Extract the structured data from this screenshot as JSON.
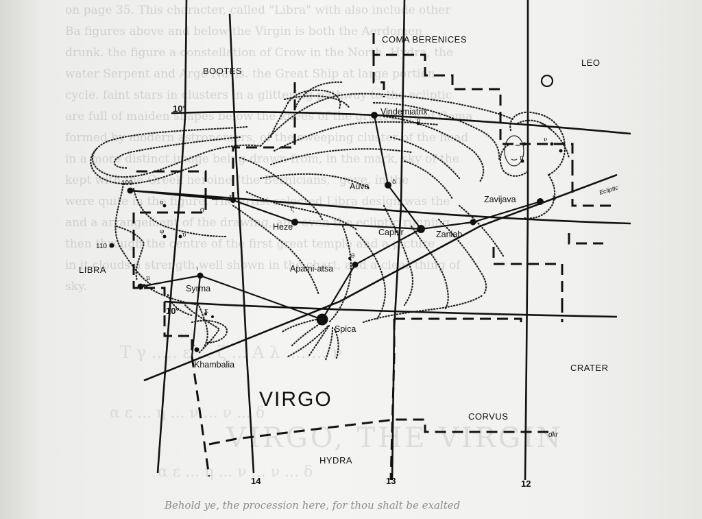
{
  "constellations": [
    {
      "id": "comaberenices",
      "label": "COMA BERENICES"
    },
    {
      "id": "bootes",
      "label": "BOOTES"
    },
    {
      "id": "leo",
      "label": "LEO"
    },
    {
      "id": "libra",
      "label": "LIBRA"
    },
    {
      "id": "crater",
      "label": "CRATER"
    },
    {
      "id": "corvus",
      "label": "CORVUS"
    },
    {
      "id": "hydra",
      "label": "HYDRA"
    }
  ],
  "map_title": "VIRGO",
  "stars": [
    {
      "id": "vindemiatrix",
      "label": "Vindemiatrix"
    },
    {
      "id": "auva",
      "label": "Auva"
    },
    {
      "id": "heze",
      "label": "Heze"
    },
    {
      "id": "caphir",
      "label": "Caphir"
    },
    {
      "id": "zaniah",
      "label": "Zaniah"
    },
    {
      "id": "zavijava",
      "label": "Zavijava"
    },
    {
      "id": "apami-atsa",
      "label": "Apami-atsa"
    },
    {
      "id": "syrma",
      "label": "Syrma"
    },
    {
      "id": "spica",
      "label": "Spica"
    },
    {
      "id": "khambalia",
      "label": "Khambalia"
    }
  ],
  "declination_marks": [
    "10°",
    "0",
    "10°"
  ],
  "ra_hours": [
    "14",
    "13",
    "12"
  ],
  "ecliptic_label": "Ecliptic",
  "flamsteed": [
    "109",
    "110"
  ],
  "signature": "dkr",
  "ghost_text": {
    "lines": [
      "on page 35. This character, called \"Libra\" with also include other",
      "Ba figures above and below the Virgin is both the Aerdomen",
      "drunk. the figure a constellation of Crow in the North. Hydra, the",
      "water Serpent and Argo Navis. the Great Ship at large portion",
      "cycle. faint stars in clusters in a glittering pathway to the ecliptic",
      "are full of maiden shapes below the knees of the great stars of Coma",
      "formed by modern astronomers, of the sweeping cluster of the head",
      "in a more distinct image being drawn from, in the mark, sky of the",
      "kept with the Greek heroine \"the Bernicians,\" gave, in the",
      "were quite in the figure. The artist selected Libra design was the",
      "and a arrangement of the drawing, and even the ecliptic running",
      "then through the centre of the first great temple and a picture",
      "in it clouds a strength well shown in the chart, and a clear thing of",
      "sky."
    ],
    "heading": "VIRGO, THE VIRGIN",
    "greek": "T γ ..... ε ... ζ ... A   λ   ........ ν",
    "greek2": "α  ε   ...   η    ...    ν   ...   ν     ... δ",
    "caption": "Behold ye, the procession here, for thou shalt be exalted"
  }
}
